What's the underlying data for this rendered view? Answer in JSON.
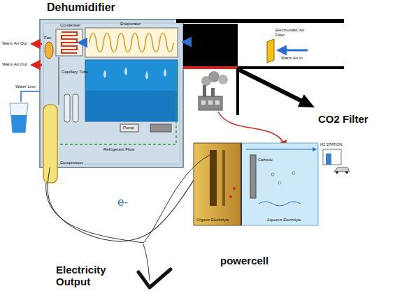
{
  "diagram": {
    "nodes": [
      {
        "text": [
          "Dehumidifier"
        ]
      },
      {
        "text": [
          "powercell"
        ]
      }
    ],
    "edges": [
      {
        "from": 0,
        "to": 1,
        "label": "e-",
        "arrow": "none"
      }
    ],
    "labels": [
      "CO2 Filter",
      "Electricity Output",
      "Condenser",
      "Evaporator",
      "Fan",
      "Warm Air Out",
      "Warm Air Out",
      "Capillary Tube",
      "Water Line",
      "Compressor",
      "Pump",
      "Refrigerant Flow",
      "Electrostatic Air Filter",
      "Warm Air In",
      "Organic Electrolyte",
      "Aqueous Electrolyte",
      "Cathode",
      "H2 STATION"
    ]
  }
}
